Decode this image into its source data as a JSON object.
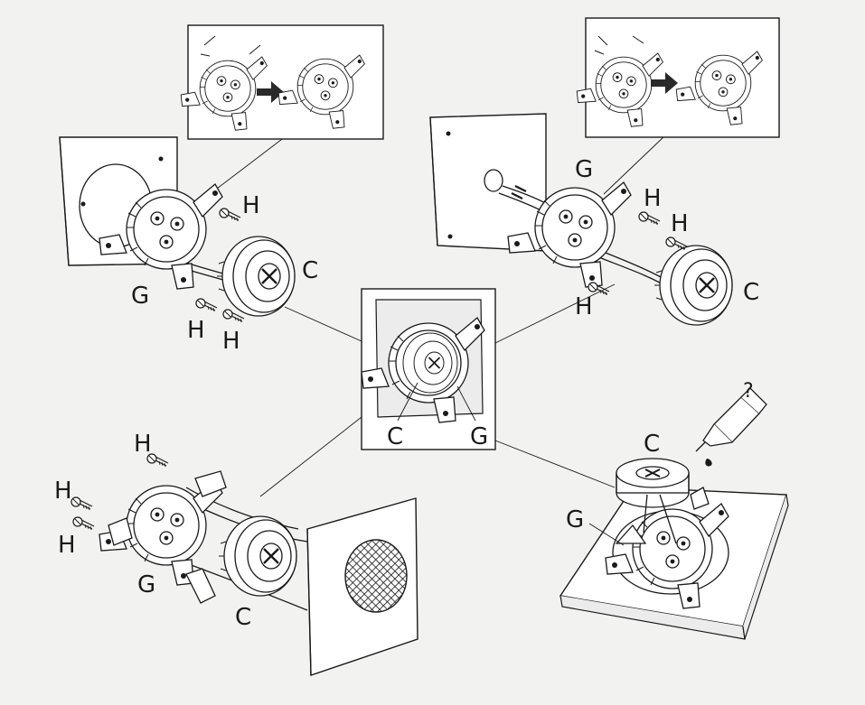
{
  "labels": {
    "step1": {
      "g": "G",
      "h1": "H",
      "h2": "H",
      "h3": "H",
      "c": "C"
    },
    "step2": {
      "g": "G",
      "h1": "H",
      "h2": "H",
      "h3": "H",
      "c": "C"
    },
    "center": {
      "c": "C",
      "g": "G"
    },
    "step3": {
      "h1": "H",
      "h2": "H",
      "h3": "H",
      "g": "G",
      "c": "C"
    },
    "step4": {
      "c": "C",
      "g": "G",
      "question": "?"
    }
  }
}
